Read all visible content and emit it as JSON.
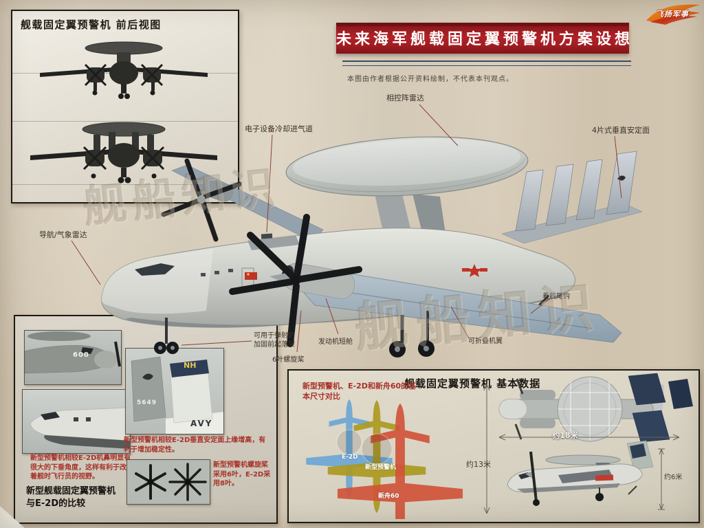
{
  "poster": {
    "banner_title": "未来海军舰载固定翼预警机方案设想",
    "disclaimer": "本图由作者根据公开资料绘制，不代表本刊观点。",
    "logo_text": "飞扬军事",
    "watermark": "舰船知识"
  },
  "front_rear_inset": {
    "title": "舰载固定翼预警机 前后视图"
  },
  "callouts": {
    "phased_array_radar": "相控阵雷达",
    "cooling_intake": "电子设备冷却进气道",
    "four_vertical_fins": "4片式垂直安定面",
    "nav_weather_radar": "导航/气象雷达",
    "catapult_nose_gear": "可用于弹射的加固前起落架",
    "six_blade_propeller": "6叶螺旋桨",
    "engine_nacelle": "发动机短舱",
    "folding_wing": "可折叠机翼",
    "tail_hook": "着舰尾钩"
  },
  "comparison_inset": {
    "heading": "新型舰载固定翼预警机与E-2D的比较",
    "nose_note": "新型预警机相较E-2D机鼻明显有很大的下垂角度，这样有利于改善着舰时飞行员的视野。",
    "fin_note": "新型预警机相较E-2D垂直安定面上缘增高，有利于增加稳定性。",
    "prop_note": "新型预警机螺旋桨采用6叶，E-2D采用8叶。",
    "e2d_nose_number": "600",
    "tail_code": "NH",
    "tail_number": "5649",
    "fuselage_marking": "AVY"
  },
  "data_inset": {
    "title": "舰载固定翼预警机 基本数据",
    "subtitle": "新型预警机、E-2D和新舟60的基本尺寸对比",
    "silhouettes": [
      {
        "name": "E-2D",
        "color": "#6fa8d4"
      },
      {
        "name": "新型预警机",
        "color": "#ab991f"
      },
      {
        "name": "新舟60",
        "color": "#d0543a"
      }
    ],
    "dim_length": "约18米",
    "dim_span": "约13米",
    "dim_height": "约6米"
  },
  "colors": {
    "banner_red": "#a01d22",
    "red_text": "#a8322a",
    "navy": "#2d3c53"
  }
}
